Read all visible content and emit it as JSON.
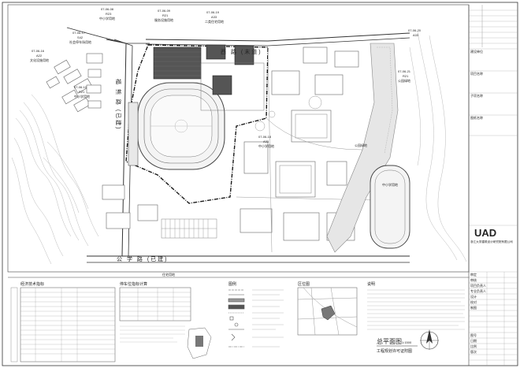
{
  "roads": {
    "north": "西 路 (末道)",
    "south": "公 学 路 (已建)",
    "west": "福 熊 路 (已建)"
  },
  "parcels": [
    {
      "code": "07-06-08",
      "use": "R23"
    },
    {
      "code": "07-06-09",
      "use": "R21"
    },
    {
      "code": "07-06-17",
      "use": "S42"
    },
    {
      "code": "07-06-16",
      "use": "A22"
    },
    {
      "code": "07-06-10",
      "use": "R21"
    },
    {
      "code": "07-06-18",
      "use": "A33"
    },
    {
      "code": "07-06-19",
      "use": "A33"
    },
    {
      "code": "07-06-20",
      "use": "A33"
    },
    {
      "code": "07-06-21",
      "use": "R21"
    }
  ],
  "parcel_labels": [
    "中小学用地",
    "服务设施用地",
    "二类住宅用地",
    "社会停车场用地",
    "文化设施用地",
    "中小学用地",
    "中小学用地",
    "二类住宅用地",
    "公园绿地",
    "中小学用地",
    "公园绿地",
    "住宅用地"
  ],
  "company": {
    "logo_text": "UAD",
    "name": "浙江大学建筑设计研究院有限公司"
  },
  "drawing": {
    "title": "总平面图",
    "scale": "1:1500",
    "subtitle": "工程规划许可证附图"
  },
  "panels": {
    "tech_table_title": "经济技术指标",
    "parking_title": "停车位指标计算",
    "legend_title": "图例",
    "location_title": "区位图",
    "notes_title": "说明"
  },
  "title_block": {
    "rows": [
      "建设单位",
      "项目名称",
      "子项名称",
      "图纸名称",
      "审定",
      "审核",
      "项目负责人",
      "专业负责人",
      "设计",
      "校对",
      "制图"
    ],
    "fields": [
      "图号",
      "日期",
      "比例",
      "版次"
    ]
  },
  "colors": {
    "building_dark": "#555555",
    "redline": "#1a1a1a",
    "terrain": "#b8b8b8"
  }
}
